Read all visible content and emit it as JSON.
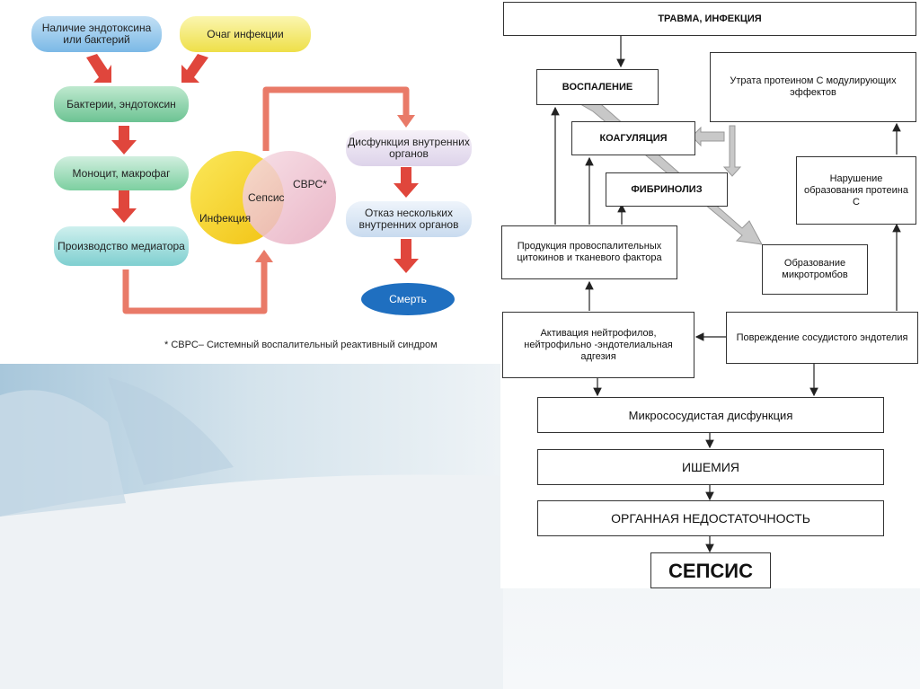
{
  "left_diagram": {
    "nodes": {
      "endotoxin_presence": "Наличие эндотоксина или бактерий",
      "infection_focus": "Очаг инфекции",
      "bacteria_endotoxin": "Бактерии, эндотоксин",
      "monocyte": "Моноцит, макрофаг",
      "mediator": "Производство медиатора",
      "organ_dysfunction": "Дисфункция внутренних органов",
      "multiple_failure": "Отказ нескольких внутренних органов",
      "death": "Смерть"
    },
    "venn": {
      "infection": "Инфекция",
      "sepsis": "Сепсис",
      "sirs": "СВРС*"
    },
    "footnote": "* СВРС– Системный воспалительный реактивный синдром",
    "colors": {
      "blue_pill": "#8ec4ea",
      "yellow_pill": "#f4ec6c",
      "green_pill": "#7ccfa0",
      "teal_pill": "#8fd5d0",
      "pink_pill": "#e8dff0",
      "dark_blue": "#1f6fc0",
      "arrow_red": "#e0463c",
      "venn_yellow": "#f4d31e",
      "venn_pink": "#eab7c6"
    }
  },
  "right_diagram": {
    "trauma": "ТРАВМА, ИНФЕКЦИЯ",
    "inflammation": "ВОСПАЛЕНИЕ",
    "protein_c_loss": "Утрата протеином С модулирующих эффектов",
    "coagulation": "КОАГУЛЯЦИЯ",
    "fibrinolysis": "ФИБРИНОЛИЗ",
    "protein_c_disorder": "Нарушение образования протеина С",
    "cytokines": "Продукция провоспалительных цитокинов и тканевого фактора",
    "microthrombi": "Образование микротромбов",
    "neutrophils": "Активация нейтрофилов, нейтрофильно -эндотелиальная адгезия",
    "endothelium": "Повреждение сосудистого эндотелия",
    "microvascular": "Микрососудистая дисфункция",
    "ischemia": "ИШЕМИЯ",
    "organ_failure": "ОРГАННАЯ НЕДОСТАТОЧНОСТЬ",
    "sepsis": "СЕПСИС"
  }
}
